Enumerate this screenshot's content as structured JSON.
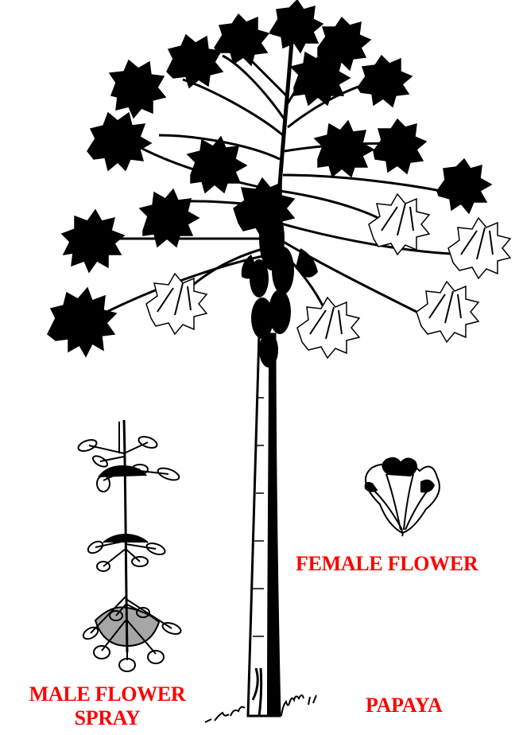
{
  "labels": {
    "male_flower_line1": "MALE FLOWER",
    "male_flower_line2": "SPRAY",
    "female_flower": "FEMALE FLOWER",
    "papaya": "PAPAYA"
  },
  "colors": {
    "label": "#ff0000",
    "ink": "#000000",
    "background": "#ffffff"
  }
}
